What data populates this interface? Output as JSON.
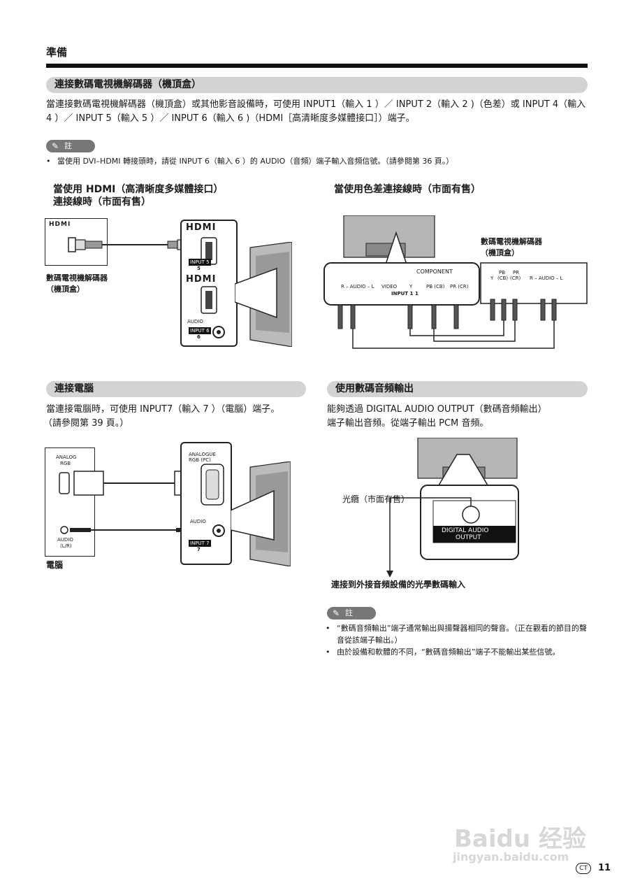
{
  "header": {
    "label": "準備"
  },
  "sections": {
    "stb": {
      "title": "連接數碼電視機解碼器（機頂盒）",
      "body": "當連接數碼電視機解碼器（機頂盒）或其他影音設備時，可使用 INPUT1（輸入 1 ）／ INPUT 2（輸入 2 )（色差）或 INPUT 4（輸入 4 ）／ INPUT 5（輸入 5 ）／ INPUT 6（輸入 6 )（HDMI［高清晰度多媒體接口］）端子。",
      "note_label": "註",
      "note_text": "當使用 DVI–HDMI 轉接頭時，請從 INPUT 6（輸入 6 ）的 AUDIO（音頻）端子輸入音頻信號。（請參閱第 36 頁。）",
      "hdmi_heading_1": "當使用 HDMI（高清晰度多媒體接口）",
      "hdmi_heading_2": "連接線時（市面有售）",
      "component_heading": "當使用色差連接線時（市面有售）",
      "hdmi_diagram": {
        "hdmi_logo": "HDMI",
        "device_label_1": "數碼電視機解碼器",
        "device_label_2": "（機頂盒）",
        "input5": "INPUT 5",
        "input5_num": "5",
        "input6": "INPUT 6",
        "input6_num": "6",
        "audio": "AUDIO"
      },
      "component_diagram": {
        "component_label": "COMPONENT",
        "jacks": [
          "R – AUDIO – L",
          "VIDEO",
          "Y",
          "PB (CB)",
          "PR (CR)"
        ],
        "input1": "INPUT 1",
        "input1_num": "1",
        "device_label_1": "數碼電視機解碼器",
        "device_label_2": "（機頂盒）",
        "stb_y": "Y",
        "stb_pb": "PB",
        "stb_pb_sub": "(CB)",
        "stb_pr": "PR",
        "stb_pr_sub": "(CR)",
        "stb_audio": "R – AUDIO – L"
      }
    },
    "pc": {
      "title": "連接電腦",
      "body_1": "當連接電腦時，可使用 INPUT7（輸入 7 ）（電腦）端子。",
      "body_2": "（請參閱第 39 頁。）",
      "diagram": {
        "analog_rgb_1": "ANALOG",
        "analog_rgb_2": "RGB",
        "analogue_rgb_pc_1": "ANALOGUE",
        "analogue_rgb_pc_2": "RGB (PC)",
        "audio_lr_1": "AUDIO",
        "audio_lr_2": "(L/R)",
        "audio": "AUDIO",
        "input7": "INPUT 7",
        "input7_num": "7",
        "pc_label": "電腦"
      }
    },
    "digital_audio": {
      "title": "使用數碼音頻輸出",
      "body_1": "能夠透過 DIGITAL AUDIO OUTPUT（數碼音頻輸出）",
      "body_2": "端子輸出音頻。從端子輸出 PCM 音頻。",
      "cable_label": "光纜（市面有售）",
      "port_label_1": "DIGITAL AUDIO",
      "port_label_2": "OUTPUT",
      "arrow_caption": "連接到外接音頻設備的光學數碼輸入",
      "note_label": "註",
      "notes": [
        "“數碼音頻輸出”端子通常輸出與揚聲器相同的聲音。（正在觀看的節目的聲音從該端子輸出。）",
        "由於設備和軟體的不同，“數碼音頻輸出”端子不能輸出某些信號。"
      ]
    }
  },
  "footer": {
    "watermark_1": "Baidu 经验",
    "watermark_2": "jingyan.baidu.com",
    "lang_badge": "CT",
    "page_number": "11"
  }
}
